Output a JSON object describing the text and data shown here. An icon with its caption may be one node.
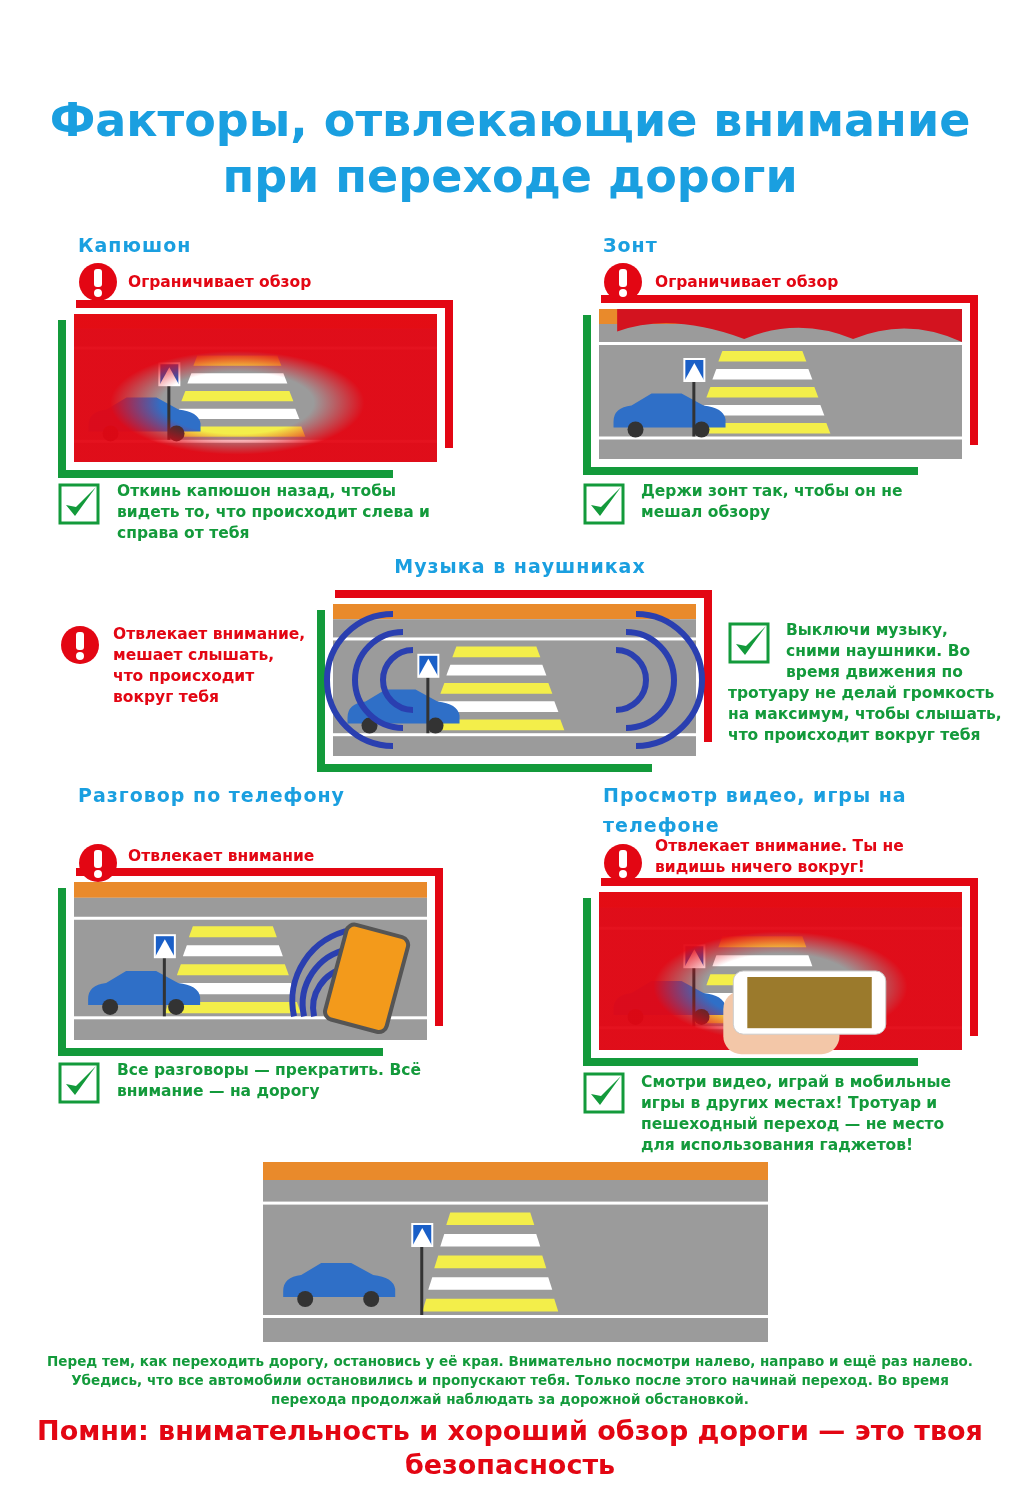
{
  "diagram": {
    "title": "Факторы, отвлекающие внимание при переходе дороги",
    "caption": "Помни: внимательность и хороший обзор дороги — это твоя безопасность",
    "nodes": [
      {
        "text": [
          "Капюшон",
          "Ограничивает обзор",
          "Откинь капюшон назад, чтобы видеть то, что происходит слева и справа от тебя"
        ]
      },
      {
        "text": [
          "Зонт",
          "Ограничивает обзор",
          "Держи зонт так, чтобы он не мешал обзору"
        ]
      },
      {
        "text": [
          "Музыка в наушниках",
          "Отвлекает внимание, мешает слышать, что происходит вокруг тебя",
          "Выключи музыку, сними наушники. Во время движения по тротуару не делай громкость на максимум, чтобы слышать, что происходит вокруг тебя"
        ]
      },
      {
        "text": [
          "Разговор по телефону",
          "Отвлекает внимание",
          "Все разговоры — прекратить. Всё внимание — на дорогу"
        ]
      },
      {
        "text": [
          "Просмотр видео, игры на телефоне",
          "Отвлекает внимание. Ты не видишь ничего вокруг!",
          "Смотри видео, играй в мобильные игры в других местах! Тротуар и пешеходный переход — не место для использования гаджетов!"
        ]
      },
      {
        "text": [],
        "shape": "picture"
      }
    ],
    "edges": [],
    "labels": [
      "Перед тем, как переходить дорогу, остановись у её края. Внимательно посмотри налево, направо и ещё раз налево. Убедись, что все автомобили остановились и пропускают тебя. Только после этого начинай переход. Во время перехода продолжай наблюдать за дорожной обстановкой."
    ]
  }
}
